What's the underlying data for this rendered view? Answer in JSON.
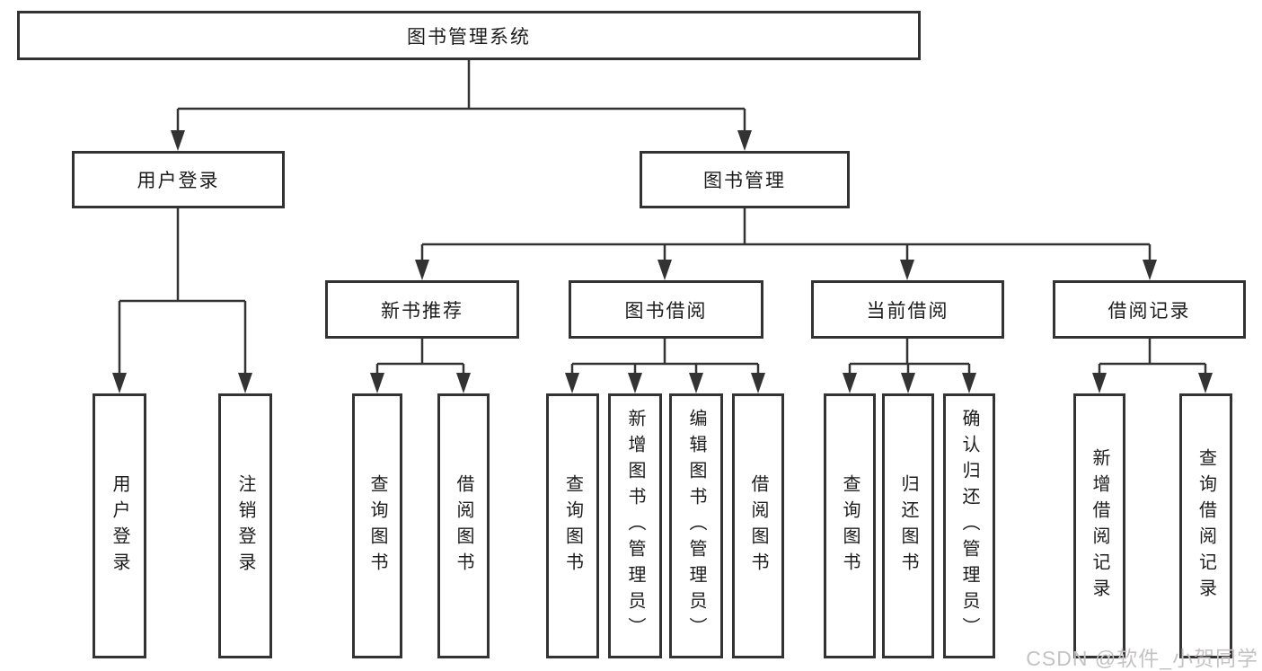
{
  "diagram": {
    "root": {
      "label": "图书管理系统"
    },
    "user_login": {
      "label": "用户登录",
      "children": [
        {
          "label": "用户登录"
        },
        {
          "label": "注销登录"
        }
      ]
    },
    "book_management": {
      "label": "图书管理",
      "sections": [
        {
          "label": "新书推荐",
          "children": [
            {
              "label": "查询图书"
            },
            {
              "label": "借阅图书"
            }
          ]
        },
        {
          "label": "图书借阅",
          "children": [
            {
              "label": "查询图书"
            },
            {
              "label": "新增图书（管理员）"
            },
            {
              "label": "编辑图书（管理员）"
            },
            {
              "label": "借阅图书"
            }
          ]
        },
        {
          "label": "当前借阅",
          "children": [
            {
              "label": "查询图书"
            },
            {
              "label": "归还图书"
            },
            {
              "label": "确认归还（管理员）"
            }
          ]
        },
        {
          "label": "借阅记录",
          "children": [
            {
              "label": "新增借阅记录"
            },
            {
              "label": "查询借阅记录"
            }
          ]
        }
      ]
    }
  },
  "watermark": {
    "text": "CSDN @软件_小贺同学"
  },
  "colors": {
    "border": "#333333",
    "line": "#333333",
    "text": "#1c1c1c",
    "watermark": "#c5c2c2",
    "background": "#ffffff"
  }
}
